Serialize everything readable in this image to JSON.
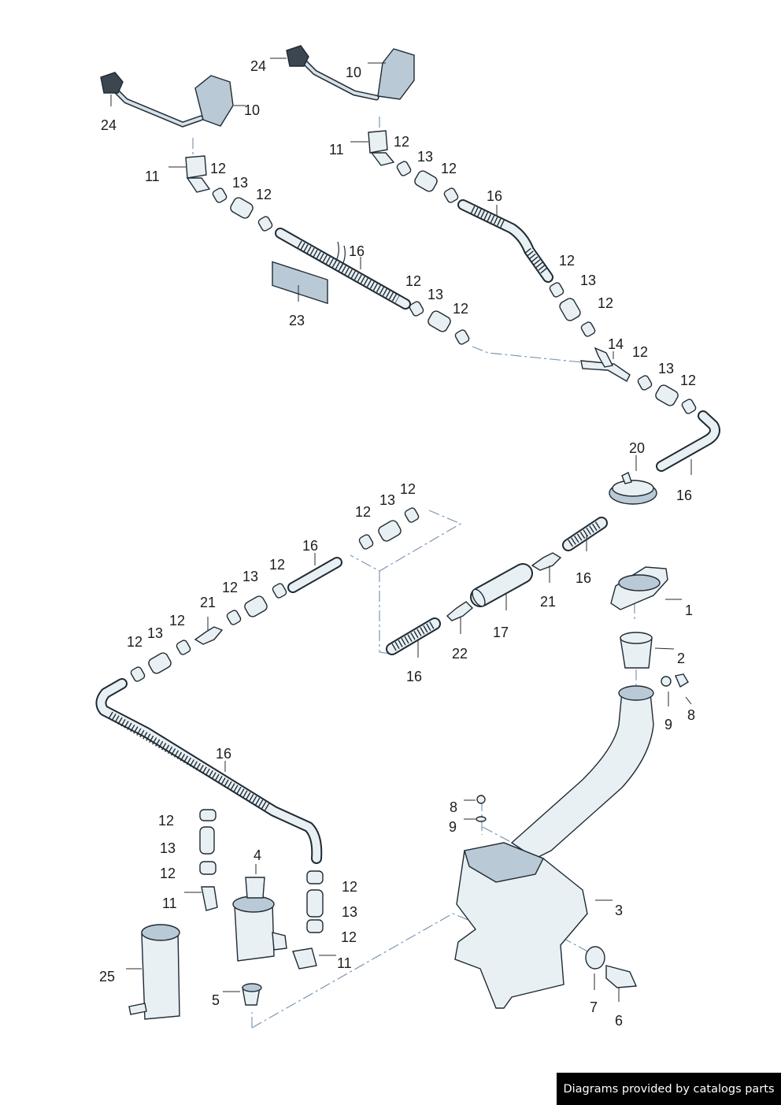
{
  "diagram": {
    "callouts": {
      "c1": "1",
      "c2": "2",
      "c3": "3",
      "c4": "4",
      "c5": "5",
      "c6": "6",
      "c7": "7",
      "c8a": "8",
      "c8b": "8",
      "c9a": "9",
      "c9b": "9",
      "c10a": "10",
      "c10b": "10",
      "c11a": "11",
      "c11b": "11",
      "c11c": "11",
      "c11d": "11",
      "c12a": "12",
      "c12b": "12",
      "c12c": "12",
      "c12d": "12",
      "c12e": "12",
      "c12f": "12",
      "c12g": "12",
      "c12h": "12",
      "c12i": "12",
      "c12j": "12",
      "c12k": "12",
      "c12l": "12",
      "c12m": "12",
      "c12n": "12",
      "c12o": "12",
      "c12p": "12",
      "c12q": "12",
      "c12r": "12",
      "c12s": "12",
      "c12t": "12",
      "c13a": "13",
      "c13b": "13",
      "c13c": "13",
      "c13d": "13",
      "c13e": "13",
      "c13f": "13",
      "c13g": "13",
      "c13h": "13",
      "c13i": "13",
      "c13j": "13",
      "c14": "14",
      "c16a": "16",
      "c16b": "16",
      "c16c": "16",
      "c16d": "16",
      "c16e": "16",
      "c16f": "16",
      "c16g": "16",
      "c17": "17",
      "c20": "20",
      "c21a": "21",
      "c21b": "21",
      "c22": "22",
      "c23": "23",
      "c24a": "24",
      "c24b": "24",
      "c25": "25"
    }
  },
  "footer": {
    "credit": "Diagrams provided by catalogs parts"
  }
}
